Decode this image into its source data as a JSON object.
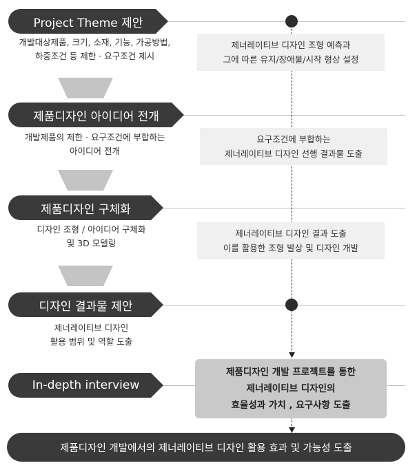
{
  "stages": [
    {
      "label": "Project Theme 제안",
      "desc": [
        "개발대상제품, 크기, 소재, 기능, 가공방법,",
        "하중조건 등 제한 · 요구조건 제시"
      ]
    },
    {
      "label": "제품디자인 아이디어 전개",
      "desc": [
        "개발제품의 제한 · 요구조건에 부합하는",
        "아이디어 전개"
      ]
    },
    {
      "label": "제품디자인 구체화",
      "desc": [
        "디자인 조형 / 아이디어 구체화",
        "및 3D 모델링"
      ]
    },
    {
      "label": "디자인 결과물 제안",
      "desc": [
        "제너레이티브 디자인",
        "활용 범위 및 역할 도출"
      ]
    },
    {
      "label": "In-depth interview",
      "desc": []
    }
  ],
  "notes": [
    [
      "제너레이티브 디자인 조형 예측과",
      "그에 따른 유지/장애물/시작 형상 설정"
    ],
    [
      "요구조건에 부합하는",
      "제너레이티브 디자인 선행 결과물 도출"
    ],
    [
      "제너레이티브 디자인 결과 도출",
      "이를 활용한 조형 발상 및 디자인 개발"
    ],
    [
      "제품디자인 개발 프로젝트를 통한",
      "제너레이티브 디자인의",
      "효율성과 가치 , 요구사항 도출"
    ]
  ],
  "conclusion": "제품디자인 개발에서의 제너레이티브 디자인 활용 효과 및 가능성 도출",
  "colors": {
    "stage": "#3a3a3a",
    "note": "#f0f0f0",
    "note_strong": "#c9c9c9",
    "arrow": "#c4c4c4",
    "line": "#bdbdbd"
  }
}
